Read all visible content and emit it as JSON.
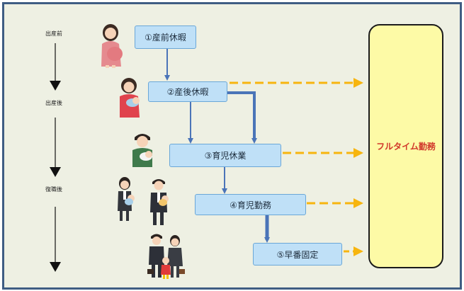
{
  "stages": {
    "before_birth": "出産前",
    "after_birth": "出産後",
    "after_return": "復職後"
  },
  "steps": [
    {
      "label": "①産前休暇"
    },
    {
      "label": "②産後休暇"
    },
    {
      "label": "③育児休業"
    },
    {
      "label": "④育児勤務"
    },
    {
      "label": "⑤早番固定"
    }
  ],
  "fulltime": {
    "label": "フルタイム勤務"
  },
  "colors": {
    "frame_border": "#3f5d83",
    "background": "#eef0e3",
    "step_fill": "#bfe0f7",
    "step_border": "#6aa7d8",
    "connector": "#4a74b8",
    "dashed_arrow": "#f7b50f",
    "fulltime_fill": "#fdfaa6",
    "fulltime_text": "#d1382b"
  },
  "icons": [
    "pregnant-woman-icon",
    "mother-holding-baby-icon",
    "father-holding-baby-icon",
    "working-parents-with-baby-icon",
    "family-with-child-icon"
  ]
}
